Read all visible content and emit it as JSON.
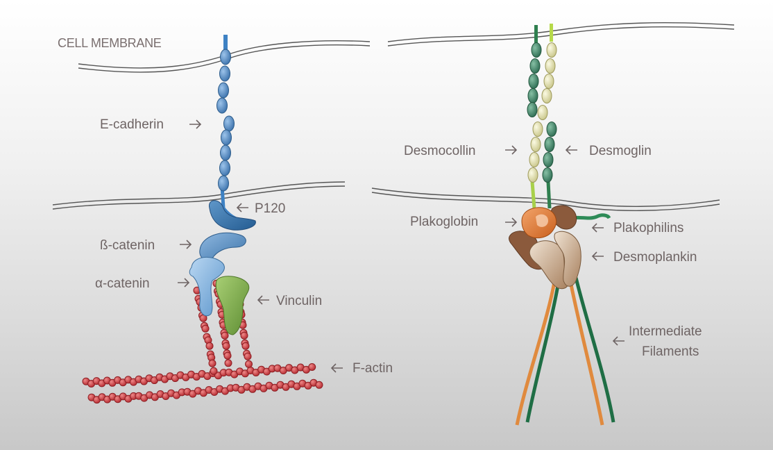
{
  "title": "CELL MEMBRANE",
  "adherens_junction": {
    "labels": {
      "e_cadherin": "E-cadherin",
      "p120": "P120",
      "beta_catenin": "ß-catenin",
      "alpha_catenin": "α-catenin",
      "vinculin": "Vinculin",
      "f_actin": "F-actin"
    }
  },
  "desmosome": {
    "labels": {
      "desmocollin": "Desmocollin",
      "desmoglin": "Desmoglin",
      "plakoglobin": "Plakoglobin",
      "plakophilins": "Plakophilins",
      "desmoplankin": "Desmoplankin",
      "intermediate_filaments_line1": "Intermediate",
      "intermediate_filaments_line2": "Filaments"
    }
  },
  "colors": {
    "e_cadherin": "#5a8fc4",
    "p120": "#2f6fa6",
    "beta_catenin": "#4c86bb",
    "alpha_catenin": "#79aede",
    "vinculin": "#7aa845",
    "f_actin": "#c93a3e",
    "desmocollin": "#e3e0a8",
    "desmoglin": "#3f7f63",
    "plakoglobin": "#e07a32",
    "plakophilins": "#2e8b57",
    "desmoplankin": "#c9a98a",
    "filament_orange": "#e08a3e",
    "filament_green": "#1f6e45",
    "label_text": "#6e6464"
  }
}
